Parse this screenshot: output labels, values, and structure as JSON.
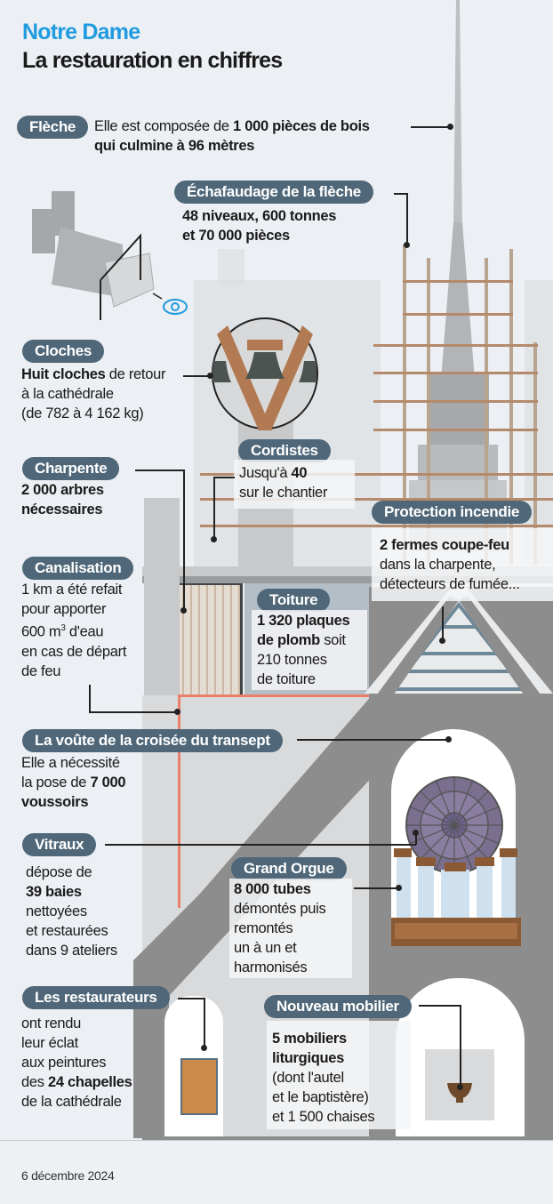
{
  "header": {
    "kicker": "Notre Dame",
    "title": "La restauration en chiffres"
  },
  "colors": {
    "kicker": "#1f9be0",
    "badge_bg": "#4f6778",
    "badge_text": "#ffffff",
    "background": "#eceff3",
    "stone_dark": "#8d8d8d",
    "wood": "#b58a6a",
    "roof_highlight": "#e8806a"
  },
  "callouts": {
    "fleche": {
      "label": "Flèche",
      "text_pre": "Elle est composée de ",
      "text_bold": "1 000 pièces de bois",
      "text_line2": "qui culmine à 96 mètres"
    },
    "echafaudage": {
      "label": "Échafaudage de la flèche",
      "line1": "48 niveaux, 600 tonnes",
      "line2": "et 70 000 pièces"
    },
    "cloches": {
      "label": "Cloches",
      "bold": "Huit cloches",
      "line1_rest": " de retour",
      "line2": "à la cathédrale",
      "line3": "(de 782 à 4 162 kg)"
    },
    "cordistes": {
      "label": "Cordistes",
      "line1_pre": "Jusqu'à ",
      "line1_bold": "40",
      "line2": "sur le chantier"
    },
    "charpente": {
      "label": "Charpente",
      "line1": "2 000 arbres",
      "line2": "nécessaires"
    },
    "protection": {
      "label": "Protection incendie",
      "bold": "2 fermes coupe-feu",
      "line2": "dans la charpente,",
      "line3": "détecteurs de fumée..."
    },
    "canalisation": {
      "label": "Canalisation",
      "line1": "1 km a été refait",
      "line2": "pour apporter",
      "line3_pre": "600 m",
      "line3_sup": "3",
      "line3_post": " d'eau",
      "line4": "en cas de départ",
      "line5": "de feu"
    },
    "toiture": {
      "label": "Toiture",
      "bold1": "1 320 plaques",
      "bold2": "de plomb",
      "line2_rest": " soit",
      "line3": "210 tonnes",
      "line4": "de toiture"
    },
    "voute": {
      "label": "La voûte de la croisée du transept",
      "line1": "Elle a nécessité",
      "line2_pre": "la pose de ",
      "line2_bold": "7 000",
      "line3_bold": "voussoirs"
    },
    "vitraux": {
      "label": "Vitraux",
      "line1": "dépose de",
      "line2_bold": "39 baies",
      "line3": "nettoyées",
      "line4": "et restaurées",
      "line5": "dans 9 ateliers"
    },
    "orgue": {
      "label": "Grand Orgue",
      "bold": "8 000 tubes",
      "line2": "démontés puis",
      "line3": "remontés",
      "line4": "un à un et",
      "line5": "harmonisés"
    },
    "restaurateurs": {
      "label": "Les restaurateurs",
      "line1": "ont rendu",
      "line2": "leur éclat",
      "line3": "aux peintures",
      "line4_pre": "des ",
      "line4_bold": "24 chapelles",
      "line5": "de la cathédrale"
    },
    "mobilier": {
      "label": "Nouveau mobilier",
      "bold1": "5 mobiliers",
      "bold2": "liturgiques",
      "line3": "(dont l'autel",
      "line4": "et le baptistère)",
      "line5": "et 1 500 chaises"
    }
  },
  "footer": {
    "date": "6 décembre 2024"
  }
}
